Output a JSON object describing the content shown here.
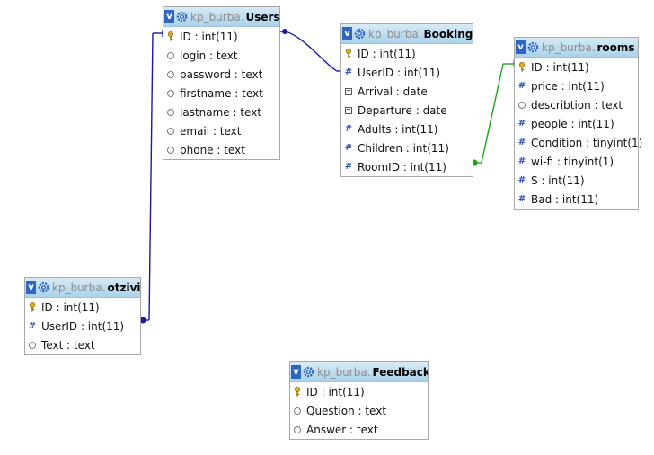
{
  "colors": {
    "link_blue": "#1a1aa6",
    "link_green": "#1aa61a",
    "header_bg": "#aad2ea"
  },
  "tables": {
    "users": {
      "db": "kp_burba.",
      "name": "Users",
      "toggle": "v",
      "rows": [
        {
          "icon": "key-icon",
          "label": "ID : int(11)"
        },
        {
          "icon": "text-type-icon",
          "label": "login : text"
        },
        {
          "icon": "text-type-icon",
          "label": "password : text"
        },
        {
          "icon": "text-type-icon",
          "label": "firstname : text"
        },
        {
          "icon": "text-type-icon",
          "label": "lastname : text"
        },
        {
          "icon": "text-type-icon",
          "label": "email : text"
        },
        {
          "icon": "text-type-icon",
          "label": "phone : text"
        }
      ]
    },
    "booking": {
      "db": "kp_burba.",
      "name": "Booking",
      "toggle": "v",
      "rows": [
        {
          "icon": "key-icon",
          "label": "ID : int(11)"
        },
        {
          "icon": "numeric-type-icon",
          "label": "UserID : int(11)"
        },
        {
          "icon": "date-type-icon",
          "label": "Arrival : date"
        },
        {
          "icon": "date-type-icon",
          "label": "Departure : date"
        },
        {
          "icon": "numeric-type-icon",
          "label": "Adults : int(11)"
        },
        {
          "icon": "numeric-type-icon",
          "label": "Children : int(11)"
        },
        {
          "icon": "numeric-type-icon",
          "label": "RoomID : int(11)"
        }
      ]
    },
    "rooms": {
      "db": "kp_burba.",
      "name": "rooms",
      "toggle": "v",
      "rows": [
        {
          "icon": "key-icon",
          "label": "ID : int(11)"
        },
        {
          "icon": "numeric-type-icon",
          "label": "price : int(11)"
        },
        {
          "icon": "text-type-icon",
          "label": "describtion : text"
        },
        {
          "icon": "numeric-type-icon",
          "label": "people : int(11)"
        },
        {
          "icon": "numeric-type-icon",
          "label": "Condition : tinyint(1)"
        },
        {
          "icon": "numeric-type-icon",
          "label": "wi-fi : tinyint(1)"
        },
        {
          "icon": "numeric-type-icon",
          "label": "S : int(11)"
        },
        {
          "icon": "numeric-type-icon",
          "label": "Bad : int(11)"
        }
      ]
    },
    "otzivi": {
      "db": "kp_burba.",
      "name": "otzivi",
      "toggle": "v",
      "rows": [
        {
          "icon": "key-icon",
          "label": "ID : int(11)"
        },
        {
          "icon": "numeric-type-icon",
          "label": "UserID : int(11)"
        },
        {
          "icon": "text-type-icon",
          "label": "Text : text"
        }
      ]
    },
    "feedback": {
      "db": "kp_burba.",
      "name": "Feedback",
      "toggle": "v",
      "rows": [
        {
          "icon": "key-icon",
          "label": "ID : int(11)"
        },
        {
          "icon": "text-type-icon",
          "label": "Question : text"
        },
        {
          "icon": "text-type-icon",
          "label": "Answer : text"
        }
      ]
    }
  },
  "relations": [
    {
      "from": "booking.UserID",
      "to": "users.ID",
      "color": "link_blue"
    },
    {
      "from": "otzivi.UserID",
      "to": "users.ID",
      "color": "link_blue"
    },
    {
      "from": "booking.RoomID",
      "to": "rooms.ID",
      "color": "link_green"
    }
  ]
}
